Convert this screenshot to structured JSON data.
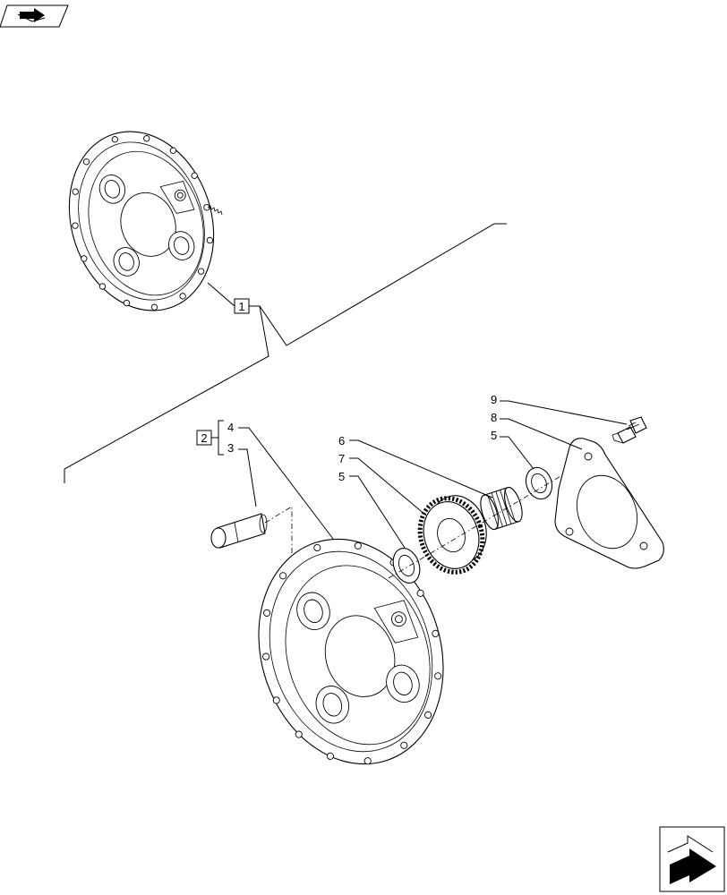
{
  "nav": {
    "top_icon": "book-arrow-icon",
    "bottom_icon": "next-page-arrow-icon"
  },
  "callouts": {
    "box1": "1",
    "box2": "2",
    "n4": "4",
    "n3": "3",
    "n9": "9",
    "n8": "8",
    "n5a": "5",
    "n6": "6",
    "n7": "7",
    "n5b": "5"
  }
}
